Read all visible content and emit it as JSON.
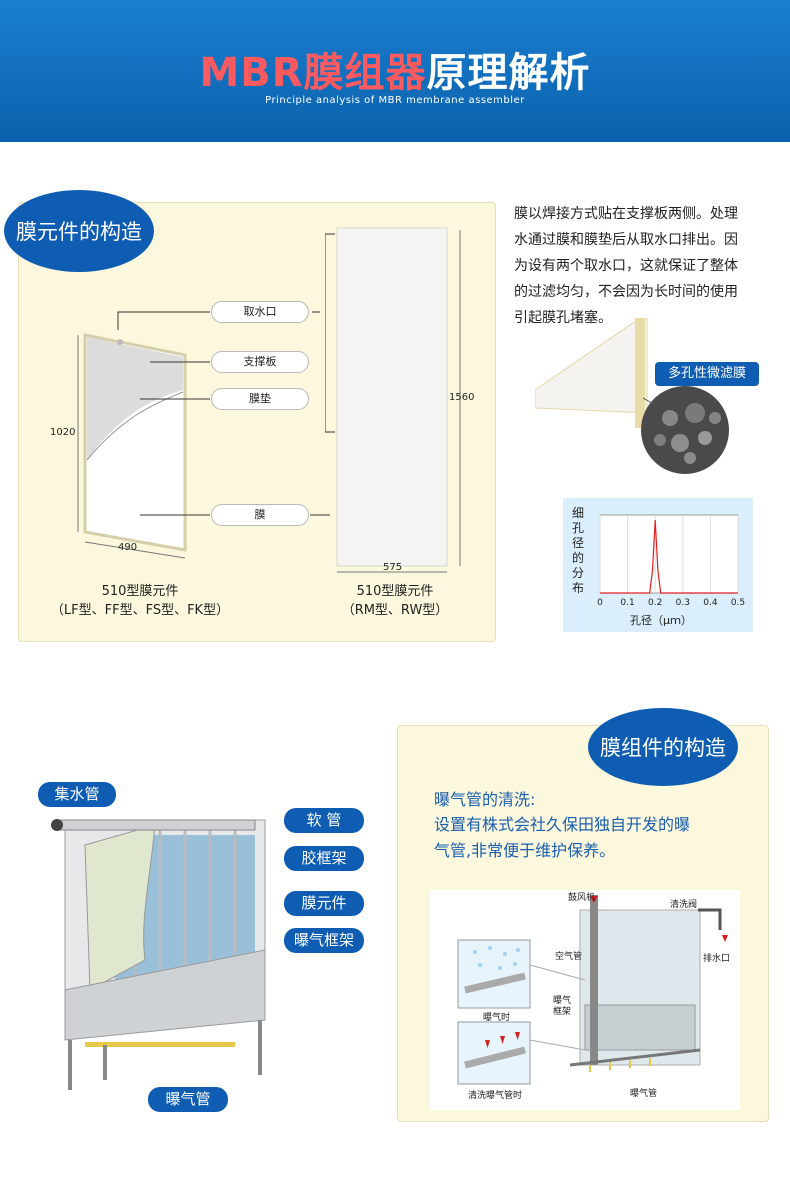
{
  "header": {
    "title_part1": "MBR膜组器",
    "title_part2": "原理解析",
    "subtitle": "Principle analysis of MBR membrane assembler"
  },
  "section1": {
    "badge": "膜元件的构造",
    "labels": {
      "intake": "取水口",
      "support": "支撑板",
      "pad": "膜垫",
      "membrane": "膜"
    },
    "dims": {
      "h_left": "1020",
      "w_left": "490",
      "h_right": "1560",
      "w_right": "575"
    },
    "caption_left_1": "510型膜元件",
    "caption_left_2": "（LF型、FF型、FS型、FK型）",
    "caption_right_1": "510型膜元件",
    "caption_right_2": "（RM型、RW型）",
    "description_lines": [
      "膜以焊接方式贴在支撑板两侧。处理",
      "水通过膜和膜垫后从取水口排出。因",
      "为设有两个取水口，这就保证了整体",
      "的过滤均匀，不会因为长时间的使用",
      "引起膜孔堵塞。"
    ],
    "porous_label": "多孔性微滤膜",
    "chart_data": {
      "type": "line",
      "ylabel": "细孔径的分布",
      "xlabel": "孔径（μｍ）",
      "x_ticks": [
        "0",
        "0.1",
        "0.2",
        "0.3",
        "0.4",
        "0.5"
      ],
      "xlim": [
        0,
        0.5
      ],
      "series": [
        {
          "x": [
            0,
            0.18,
            0.19,
            0.2,
            0.21,
            0.22,
            0.5
          ],
          "values": [
            0,
            0,
            0.3,
            1.0,
            0.3,
            0,
            0
          ]
        }
      ]
    }
  },
  "section2": {
    "labels": {
      "collector": "集水管",
      "hose": "软 管",
      "frame": "胶框架",
      "element": "膜元件",
      "aeration_frame": "曝气框架",
      "aeration_pipe": "曝气管"
    },
    "badge": "膜组件的构造",
    "heading": "曝气管的清洗:",
    "text_lines": [
      "设置有株式会社久保田独自开发的曝",
      "气管,非常便于维护保养。"
    ],
    "diagram": {
      "blower": "鼓风机",
      "wash_valve": "清洗阀",
      "drain": "排水口",
      "air_pipe": "空气管",
      "aeration_frame": "曝气\n框架",
      "aeration_pipe": "曝气管",
      "inset_top": "曝气时",
      "inset_bottom": "清洗曝气管时"
    }
  }
}
